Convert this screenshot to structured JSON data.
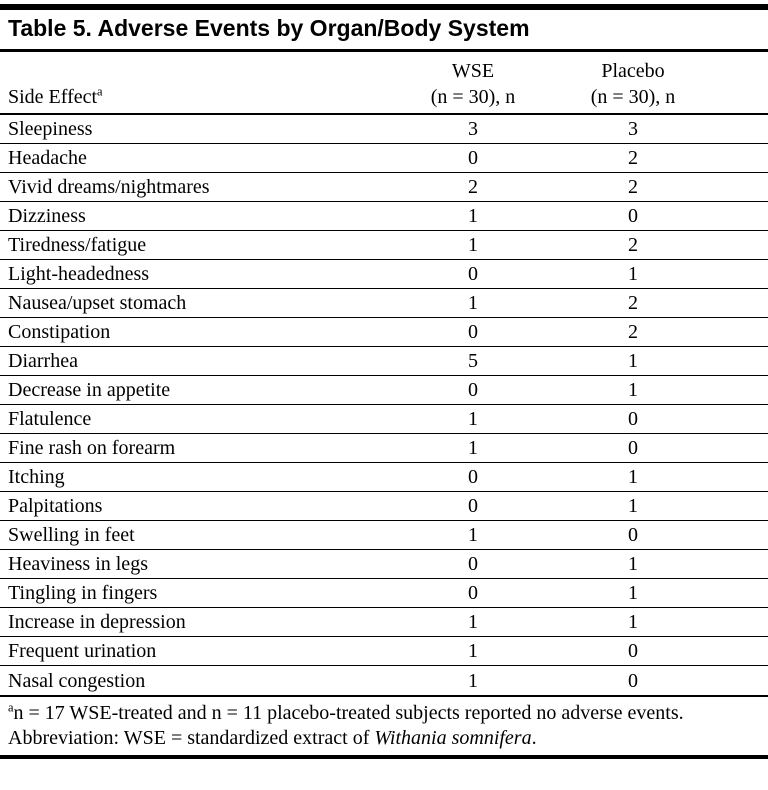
{
  "chart_data": {
    "type": "table",
    "title": "Table 5. Adverse Events by Organ/Body System",
    "header": {
      "side_effect_label": "Side Effect",
      "side_effect_footnote_marker": "a",
      "wse_name": "WSE",
      "wse_sub": "(n = 30), n",
      "placebo_name": "Placebo",
      "placebo_sub": "(n = 30), n"
    },
    "rows": [
      {
        "side_effect": "Sleepiness",
        "wse_n": "3",
        "placebo_n": "3"
      },
      {
        "side_effect": "Headache",
        "wse_n": "0",
        "placebo_n": "2"
      },
      {
        "side_effect": "Vivid dreams/nightmares",
        "wse_n": "2",
        "placebo_n": "2"
      },
      {
        "side_effect": "Dizziness",
        "wse_n": "1",
        "placebo_n": "0"
      },
      {
        "side_effect": "Tiredness/fatigue",
        "wse_n": "1",
        "placebo_n": "2"
      },
      {
        "side_effect": "Light-headedness",
        "wse_n": "0",
        "placebo_n": "1"
      },
      {
        "side_effect": "Nausea/upset stomach",
        "wse_n": "1",
        "placebo_n": "2"
      },
      {
        "side_effect": "Constipation",
        "wse_n": "0",
        "placebo_n": "2"
      },
      {
        "side_effect": "Diarrhea",
        "wse_n": "5",
        "placebo_n": "1"
      },
      {
        "side_effect": "Decrease in appetite",
        "wse_n": "0",
        "placebo_n": "1"
      },
      {
        "side_effect": "Flatulence",
        "wse_n": "1",
        "placebo_n": "0"
      },
      {
        "side_effect": "Fine rash on forearm",
        "wse_n": "1",
        "placebo_n": "0"
      },
      {
        "side_effect": "Itching",
        "wse_n": "0",
        "placebo_n": "1"
      },
      {
        "side_effect": "Palpitations",
        "wse_n": "0",
        "placebo_n": "1"
      },
      {
        "side_effect": "Swelling in feet",
        "wse_n": "1",
        "placebo_n": "0"
      },
      {
        "side_effect": "Heaviness in legs",
        "wse_n": "0",
        "placebo_n": "1"
      },
      {
        "side_effect": "Tingling in fingers",
        "wse_n": "0",
        "placebo_n": "1"
      },
      {
        "side_effect": "Increase in depression",
        "wse_n": "1",
        "placebo_n": "1"
      },
      {
        "side_effect": "Frequent urination",
        "wse_n": "1",
        "placebo_n": "0"
      },
      {
        "side_effect": "Nasal congestion",
        "wse_n": "1",
        "placebo_n": "0"
      }
    ],
    "footnotes": {
      "marker": "a",
      "no_adverse_events": "n = 17 WSE-treated and n = 11 placebo-treated subjects reported no adverse events.",
      "abbreviation_prefix": "Abbreviation: WSE = standardized extract of ",
      "abbreviation_species": "Withania somnifera",
      "abbreviation_suffix": "."
    },
    "colors": {
      "text": "#000000",
      "background": "#ffffff",
      "rule": "#000000"
    }
  }
}
